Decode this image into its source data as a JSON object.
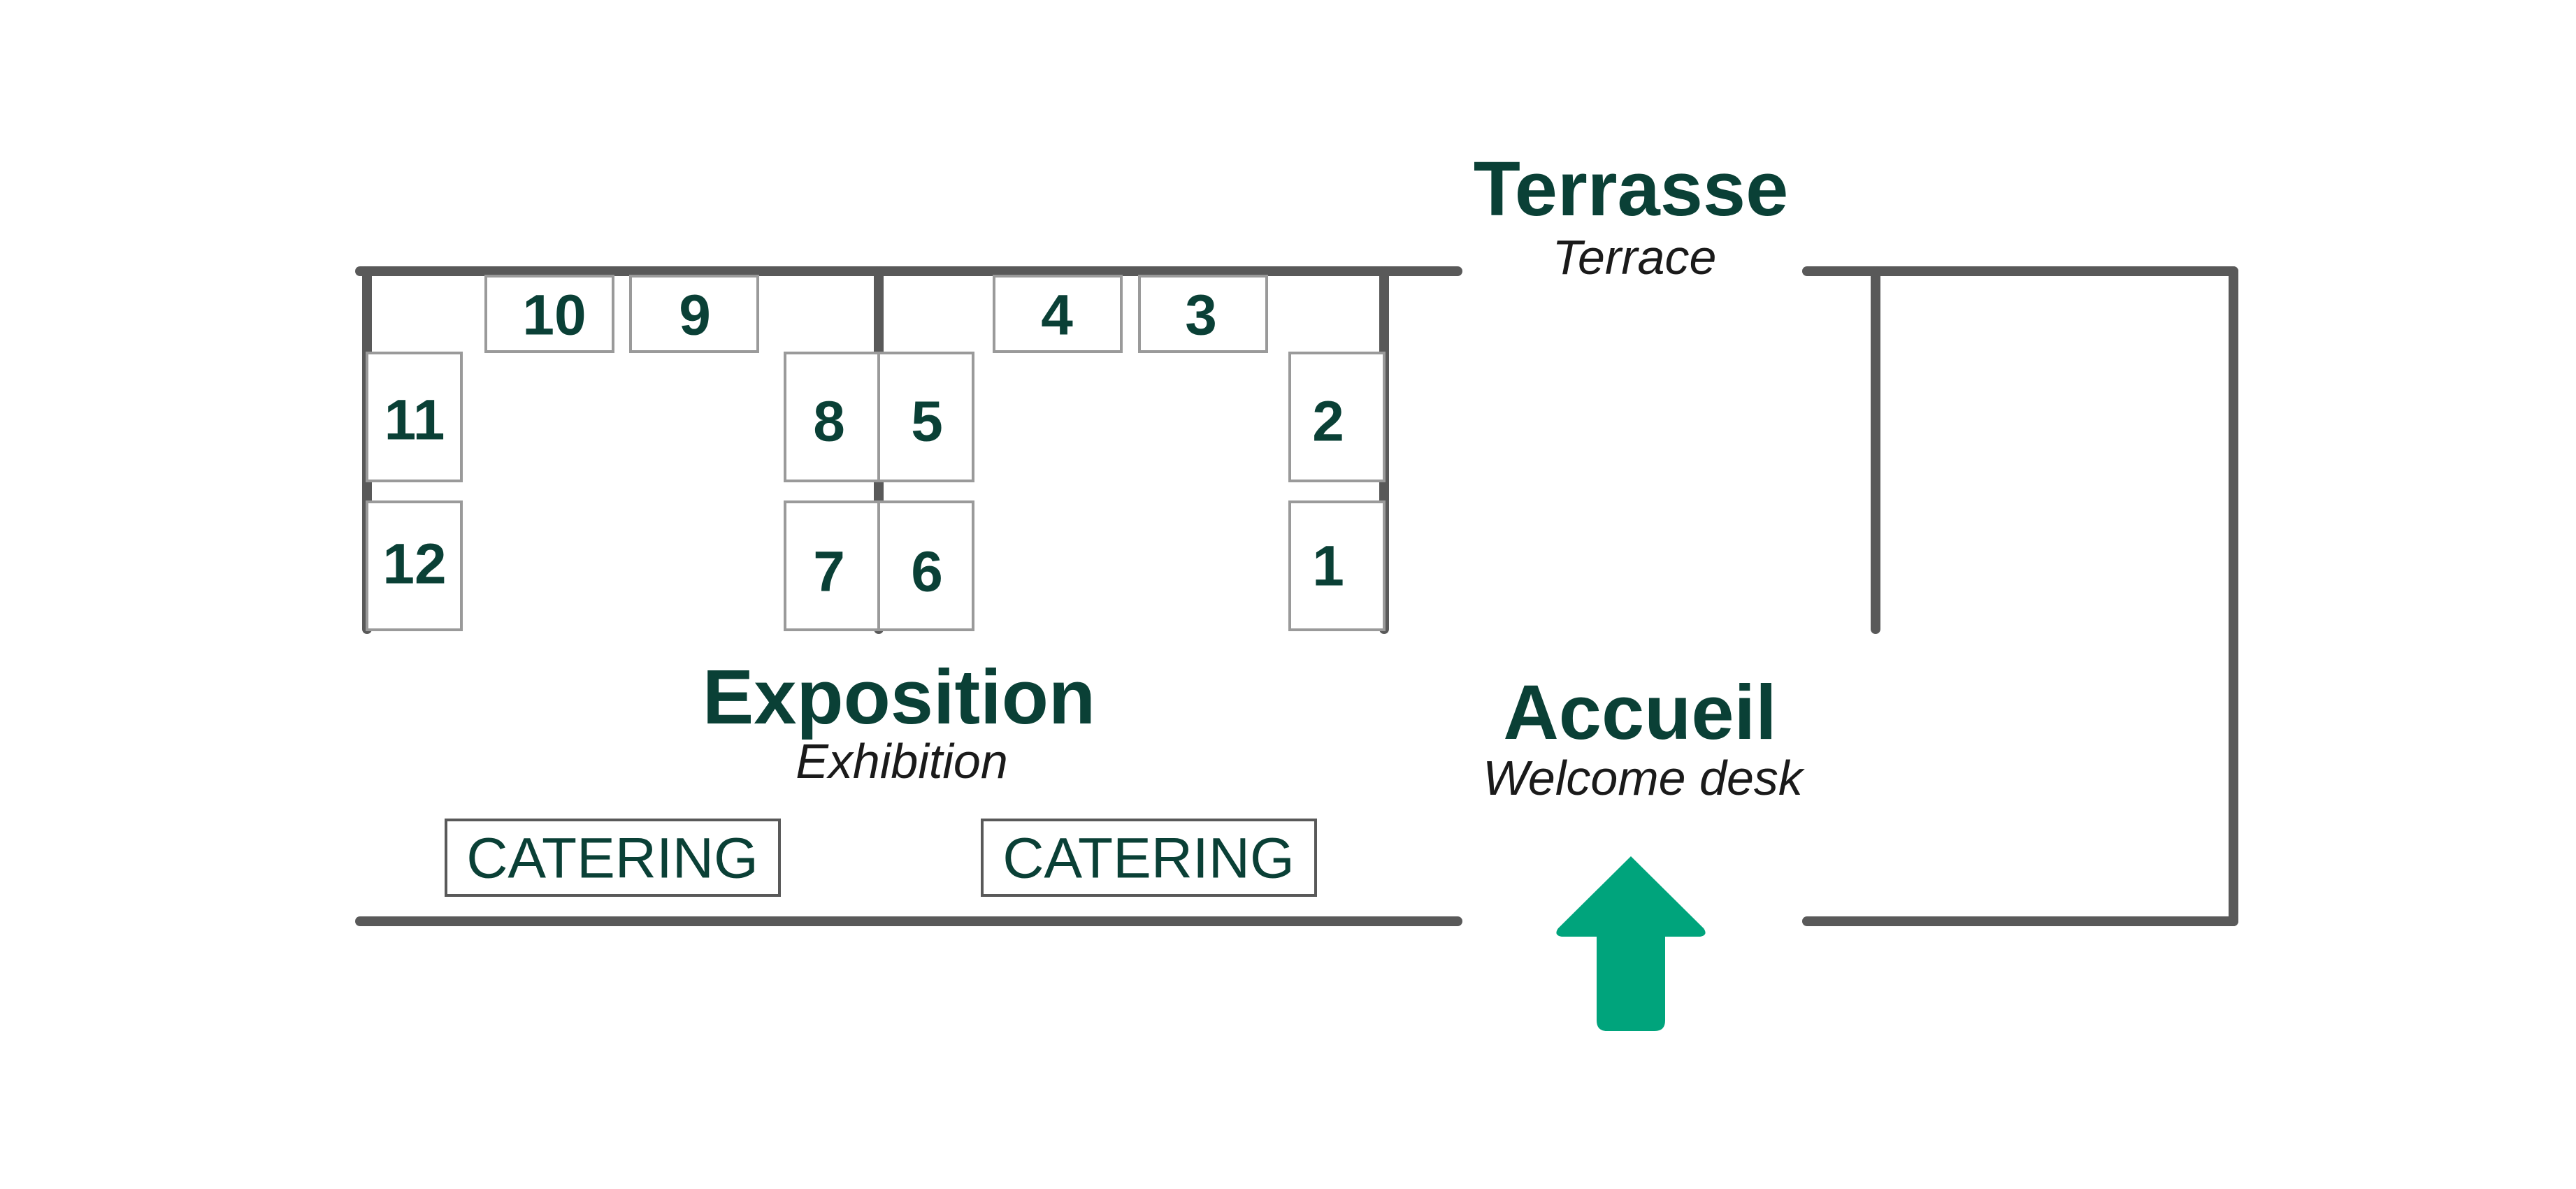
{
  "colors": {
    "wall": "#595959",
    "label_dark_green": "#0a4036",
    "entrance_arrow": "#00a47c",
    "booth_border": "#9a9a9a"
  },
  "zones": {
    "terrace": {
      "title": "Terrasse",
      "subtitle": "Terrace"
    },
    "exhibition": {
      "title": "Exposition",
      "subtitle": "Exhibition"
    },
    "welcome": {
      "title": "Accueil",
      "subtitle": "Welcome desk"
    }
  },
  "booths": [
    "1",
    "2",
    "3",
    "4",
    "5",
    "6",
    "7",
    "8",
    "9",
    "10",
    "11",
    "12"
  ],
  "catering": {
    "label_1": "CATERING",
    "label_2": "CATERING"
  },
  "entrance": {
    "icon": "up-arrow-icon"
  }
}
